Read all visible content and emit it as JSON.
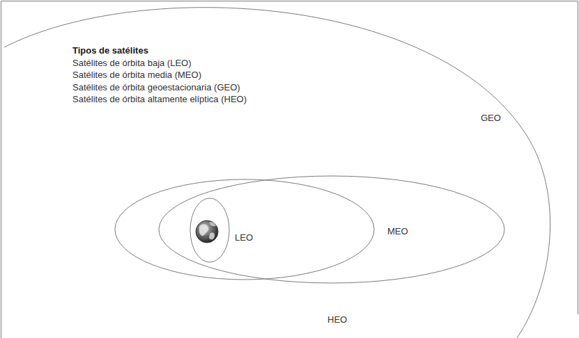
{
  "diagram": {
    "title": "Tipos de satélites",
    "labels": [
      "Satélites de órbita baja (LEO)",
      "Satélites de órbita media (MEO)",
      "Satélites de órbita geoestacionaria (GEO)",
      "Satélites de órbita altamente elíptica (HEO)",
      "LEO",
      "MEO",
      "GEO",
      "HEO"
    ]
  }
}
